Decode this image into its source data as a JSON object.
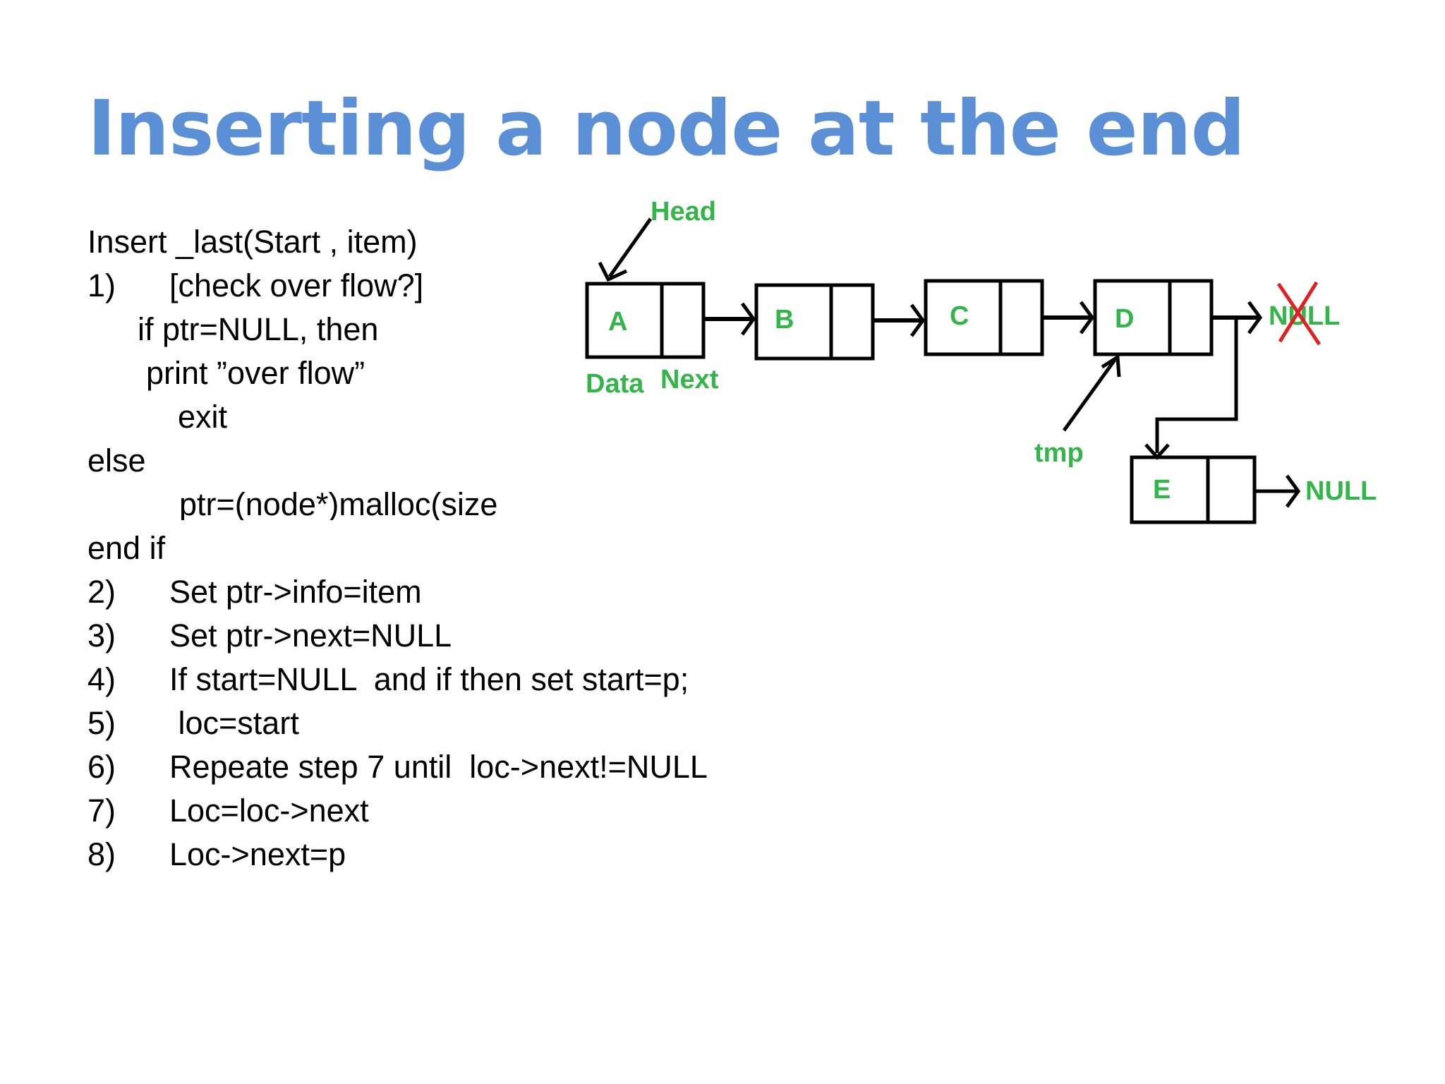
{
  "title": "Inserting a node at the end",
  "algorithm": {
    "lines": [
      {
        "num": "",
        "text": "Insert _last(Start , item)"
      },
      {
        "num": "1)",
        "text": "[check over flow?]"
      },
      {
        "num": "",
        "text": "if ptr=NULL, then"
      },
      {
        "num": "",
        "text": "print ”over flow”"
      },
      {
        "num": "",
        "text": "exit"
      },
      {
        "num": "",
        "text": "else"
      },
      {
        "num": "",
        "text": "ptr=(node*)malloc(size"
      },
      {
        "num": "",
        "text": "end if"
      },
      {
        "num": "2)",
        "text": "Set ptr->info=item"
      },
      {
        "num": "3)",
        "text": "Set ptr->next=NULL"
      },
      {
        "num": "4)",
        "text": "If start=NULL  and if then set start=p;"
      },
      {
        "num": "5)",
        "text": " loc=start"
      },
      {
        "num": "6)",
        "text": "Repeate step 7 until  loc->next!=NULL"
      },
      {
        "num": "7)",
        "text": "Loc=loc->next"
      },
      {
        "num": "8)",
        "text": "Loc->next=p"
      }
    ]
  },
  "diagram": {
    "head_label": "Head",
    "data_label": "Data",
    "next_label": "Next",
    "tmp_label": "tmp",
    "null_old": "NULL",
    "null_new": "NULL",
    "nodes": [
      "A",
      "B",
      "C",
      "D",
      "E"
    ],
    "label_color": "#33b54a",
    "cross_color": "#e02020"
  }
}
